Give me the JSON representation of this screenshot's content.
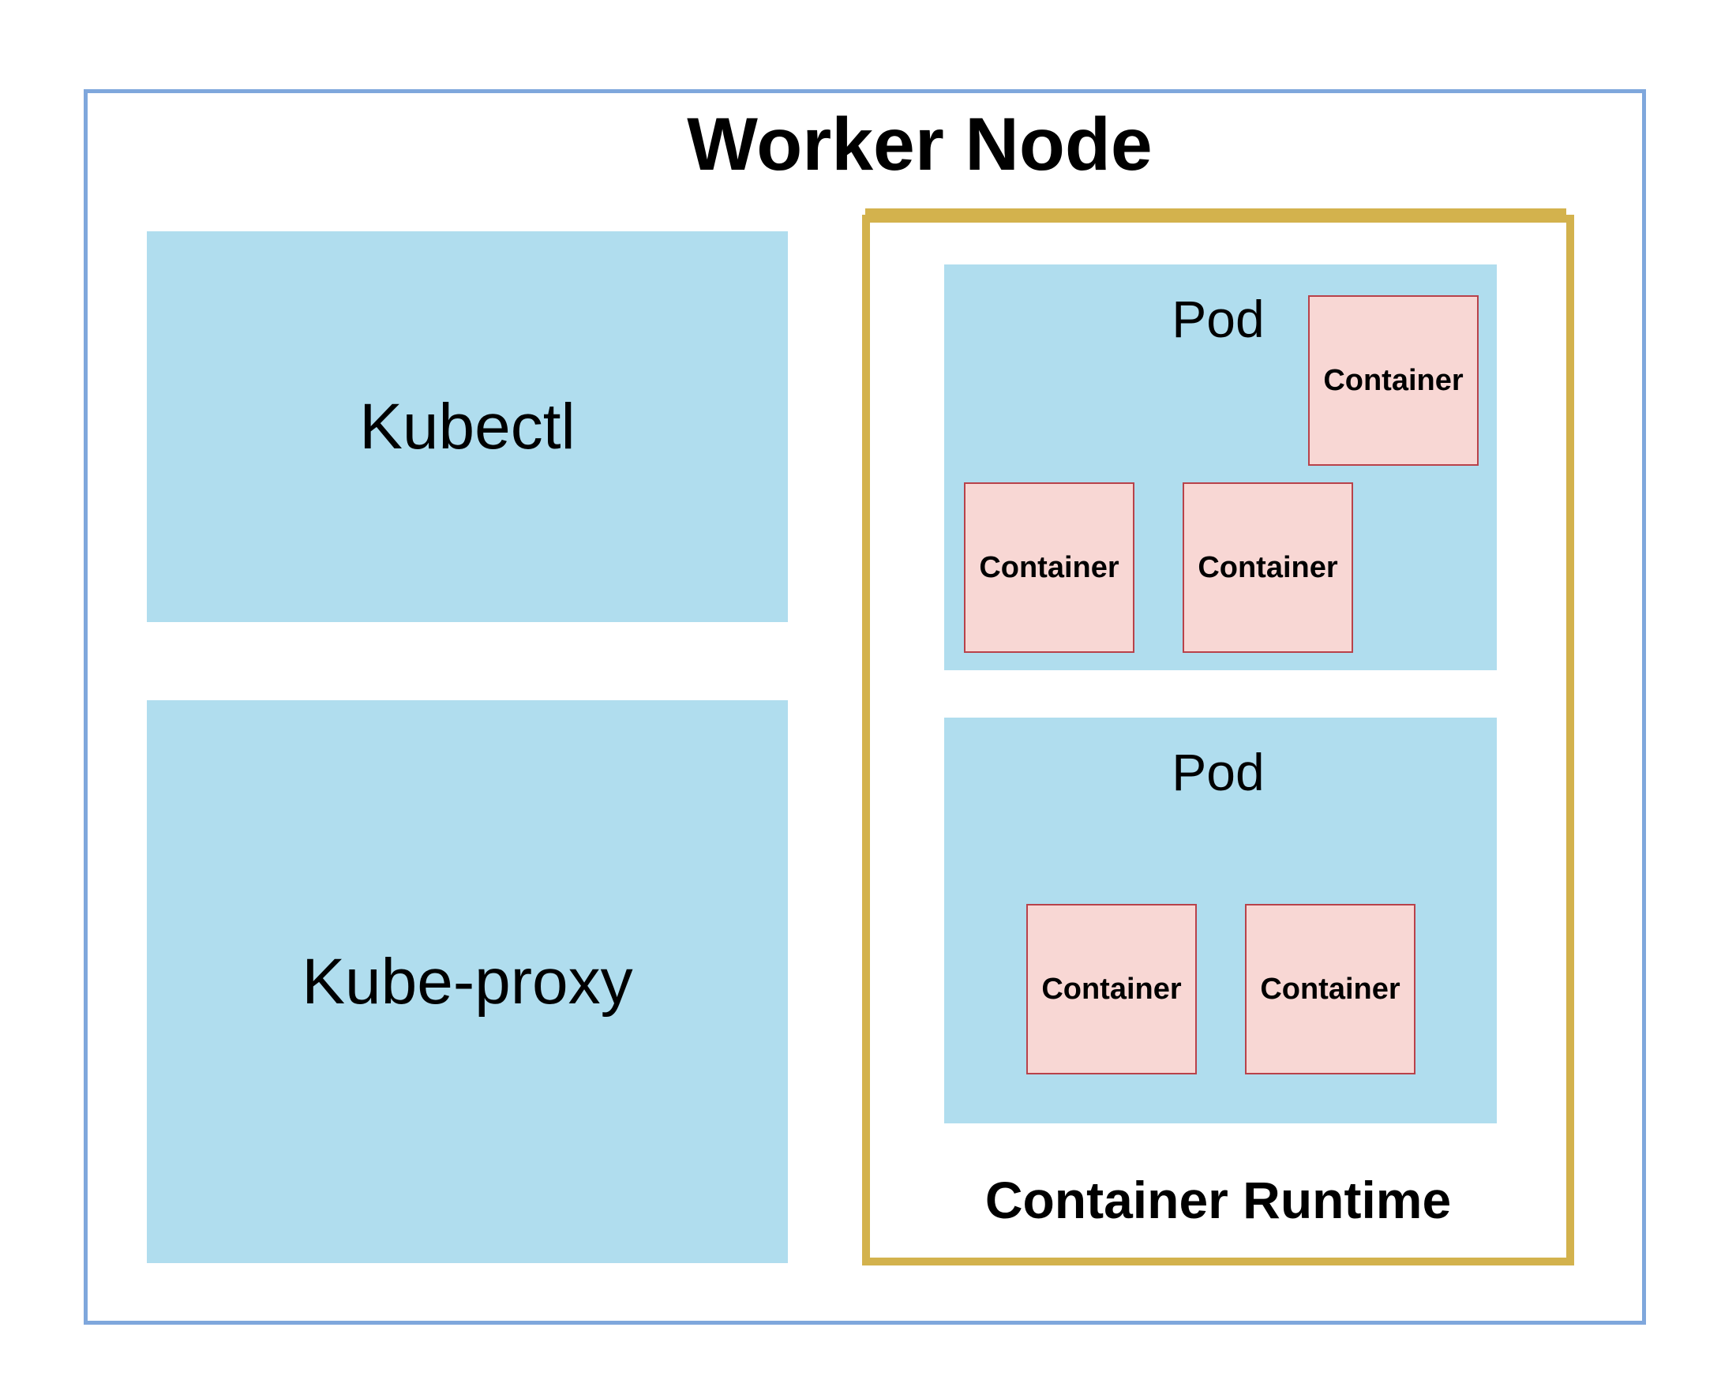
{
  "diagram": {
    "title": "Worker Node",
    "kubectl": "Kubectl",
    "kube_proxy": "Kube-proxy",
    "runtime_label": "Container Runtime",
    "pods": [
      {
        "label": "Pod",
        "containers": [
          "Container",
          "Container",
          "Container"
        ]
      },
      {
        "label": "Pod",
        "containers": [
          "Container",
          "Container"
        ]
      }
    ]
  },
  "colors": {
    "node_border": "#7fa7dc",
    "block_fill": "#b0ddee",
    "runtime_border": "#d3b24d",
    "container_fill": "#f8d7d4",
    "container_border": "#b8424a"
  }
}
